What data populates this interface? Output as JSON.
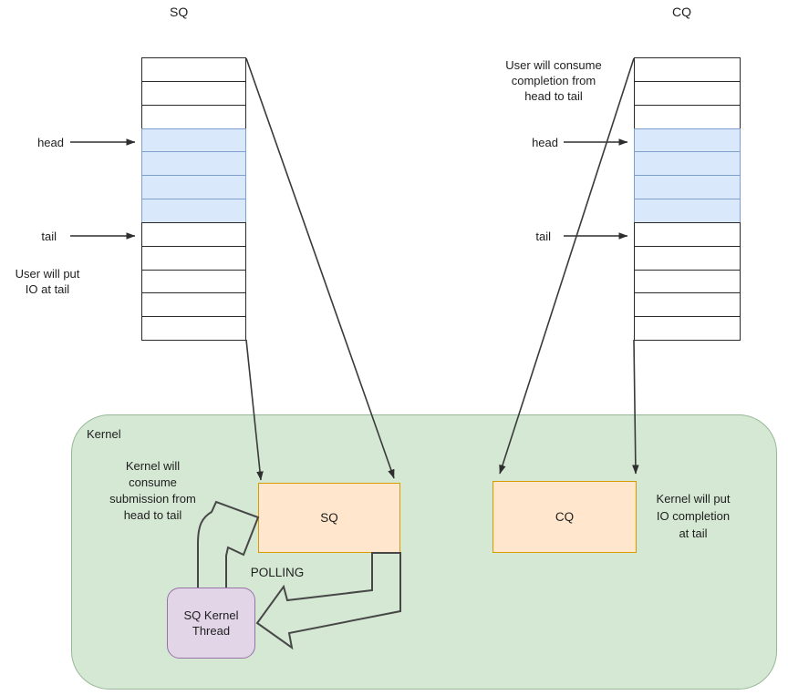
{
  "colors": {
    "kernel_fill": "#d5e8d4",
    "kernel_stroke": "#96b896",
    "box_fill": "#ffe6cc",
    "box_stroke": "#d79b00",
    "thread_fill": "#e1d5e7",
    "thread_stroke": "#9673a6",
    "hl_fill": "#dae8fc",
    "hl_stroke": "#7f9fce",
    "ring_stroke": "#2a2a2a"
  },
  "sq_section": {
    "title": "SQ",
    "head_label": "head",
    "tail_label": "tail",
    "note": "User will put\nIO at tail",
    "ring": {
      "rows": 12,
      "highlighted_rows": [
        3,
        4,
        5,
        6
      ]
    }
  },
  "cq_section": {
    "title": "CQ",
    "head_label": "head",
    "tail_label": "tail",
    "note": "User will consume\ncompletion from\nhead to tail",
    "ring": {
      "rows": 12,
      "highlighted_rows": [
        3,
        4,
        5,
        6
      ]
    }
  },
  "kernel": {
    "label": "Kernel",
    "consume_note": "Kernel will\nconsume\nsubmission from\nhead to tail",
    "sq_box_label": "SQ",
    "cq_box_label": "CQ",
    "completion_note": "Kernel will put\nIO completion\nat tail",
    "polling_label": "POLLING",
    "thread_box_label": "SQ Kernel\nThread"
  }
}
